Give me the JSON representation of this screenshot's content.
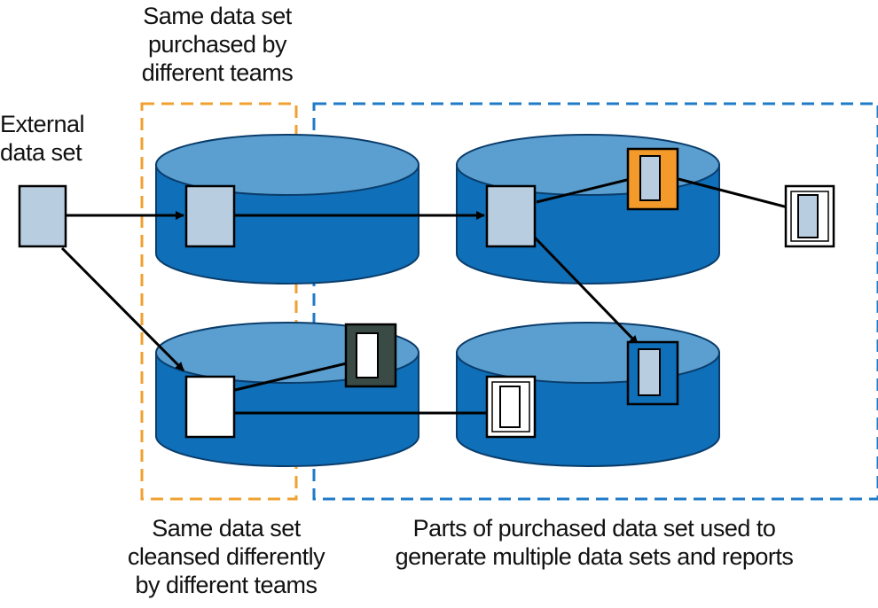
{
  "labels": {
    "top_orange": "Same data set\npurchased by\ndifferent teams",
    "external": "External\ndata set",
    "bottom_orange": "Same data set\ncleansed differently\nby different teams",
    "bottom_blue": "Parts of purchased data set used to\ngenerate multiple data sets and reports"
  },
  "colors": {
    "cylinder_top": "#5b9fd0",
    "cylinder_body": "#0f6fb8",
    "cylinder_edge": "#0a3d6b",
    "doc_light": "#b9cde0",
    "doc_white": "#ffffff",
    "doc_orange": "#f39a2a",
    "doc_dark": "#3a4a44",
    "orange_border": "#f0a030",
    "blue_border": "#1f7ac7",
    "arrow": "#000000"
  }
}
